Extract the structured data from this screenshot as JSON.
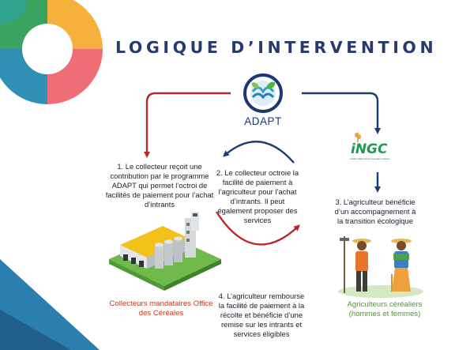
{
  "title": "LOGIQUE D’INTERVENTION",
  "adapt": {
    "label": "ADAPT"
  },
  "ingc": {
    "word": "iNGC",
    "subtitle": "Institut National des Grandes Cultures"
  },
  "steps": {
    "step1": "1. Le collecteur reçoit une contribution par le programme ADAPT qui permet l’octroi de facilités de paiement pour l’achat d’intrants",
    "step2": "2. Le collecteur octroie la facilité de paiement à l’agriculteur pour l’achat d’intrants. Il peut également proposer des services",
    "step3": "3. L’agriculteur bénéficie d’un accompagnement à la transition écologique",
    "step4": "4. L’agriculteur rembourse la facilité de paiement à la récolte et bénéficie d’une remise sur les intrants et services éligibles"
  },
  "actors": {
    "collectors": "Collecteurs mandataires Office des Céréales",
    "farmers": "Agriculteurs céréaliers (hommes et femmes)"
  },
  "colors": {
    "title": "#263a6e",
    "arrow_red": "#b7292b",
    "arrow_navy": "#1c3d6e",
    "collectors_caption": "#c23a1c",
    "farmers_caption": "#4b9a2d"
  }
}
